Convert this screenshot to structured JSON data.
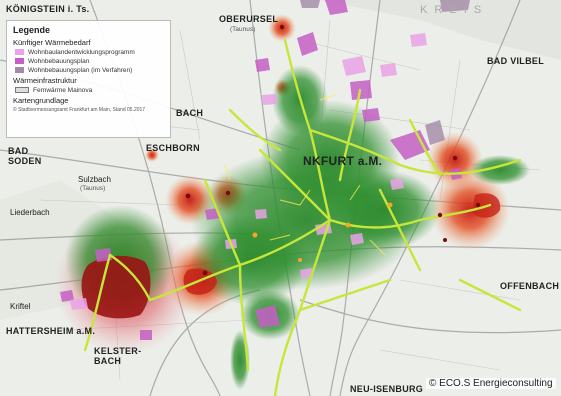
{
  "legend": {
    "title": "Legende",
    "demand_heading": "Künftiger Wärmebedarf",
    "items": [
      {
        "label": "Wohnbaulandentwicklungsprogramm",
        "color": "#e9a3e6"
      },
      {
        "label": "Wohnbebauungsplan",
        "color": "#c55fc5"
      },
      {
        "label": "Wohnbebauungsplan (im Verfahren)",
        "color": "#a38aa8"
      }
    ],
    "infra_heading": "Wärmeinfrastruktur",
    "infra_item": "Fernwärme Mainova",
    "base_heading": "Kartengrundlage",
    "base_source": "© Stadtvermessungsamt Frankfurt am Main, Stand 05.2017"
  },
  "places": {
    "koenigstein": "KÖNIGSTEIN i. Ts.",
    "oberursel": "OBERURSEL",
    "taunus": "(Taunus)",
    "kreis": "K R E I S",
    "bad_vilbel": "BAD VILBEL",
    "bach": "BACH",
    "bad_soden": "BAD\nSODEN",
    "eschborn": "ESCHBORN",
    "frankfurt": "NKFURT a.M.",
    "sulzbach": "Sulzbach",
    "sulzbach_sub": "(Taunus)",
    "liederbach": "Liederbach",
    "kriftel": "Kriftel",
    "hattersheim": "HATTERSHEIM a.M.",
    "kelsterbach": "KELSTER-\nBACH",
    "offenbach": "OFFENBACH",
    "neu_isenburg": "NEU-ISENBURG"
  },
  "copyright": "© ECO.S Energieconsulting",
  "colors": {
    "district_heating": "#2c8a2c",
    "heat_hotspot": "#e0481f",
    "pipeline": "#c7e63a",
    "background": "#eceeea"
  }
}
